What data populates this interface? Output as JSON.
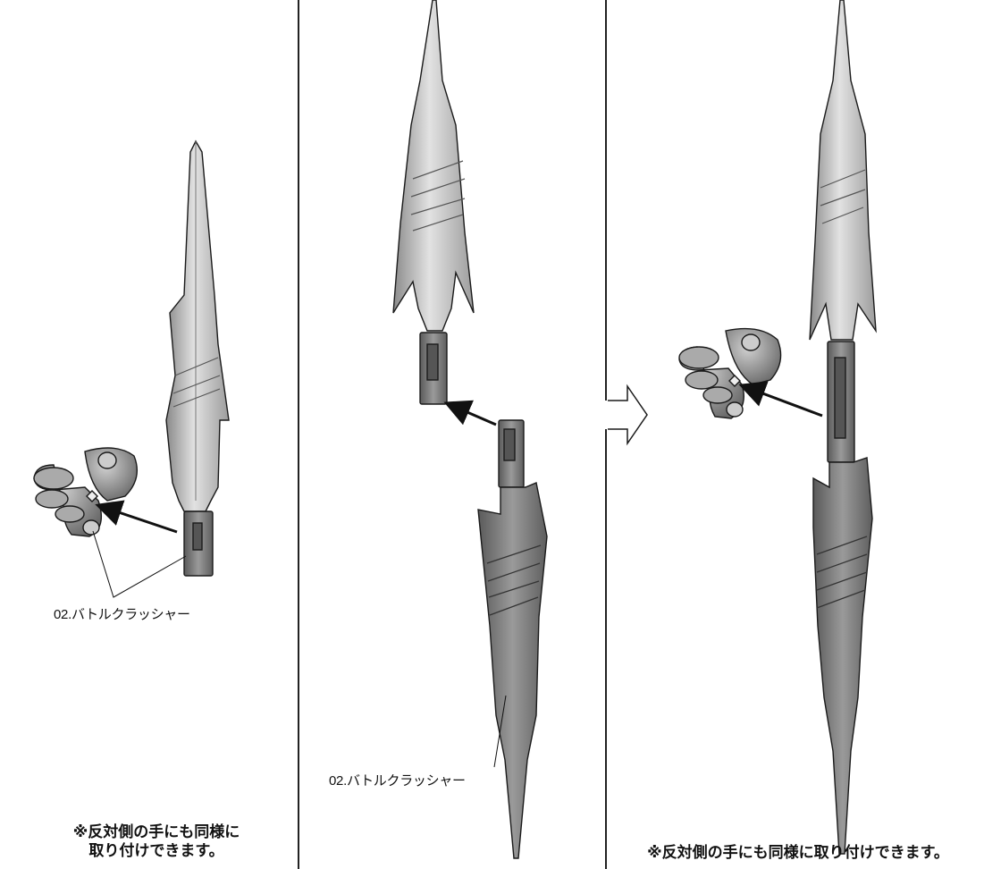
{
  "panels": [
    {
      "part_label": "02.バトルクラッシャー",
      "note_lines": [
        "※反対側の手にも同様に",
        "取り付けできます。"
      ]
    },
    {
      "part_label": "02.バトルクラッシャー"
    },
    {
      "note_lines": [
        "※反対側の手にも同様に取り付けできます。"
      ]
    }
  ],
  "colors": {
    "blade_light": "#c8c8c8",
    "blade_mid": "#9a9a9a",
    "blade_dark": "#6e6e6e",
    "hand": "#8f8f8f",
    "line": "#1a1a1a"
  },
  "icons": [
    "attach-arrow-icon",
    "next-step-arrow-icon"
  ]
}
